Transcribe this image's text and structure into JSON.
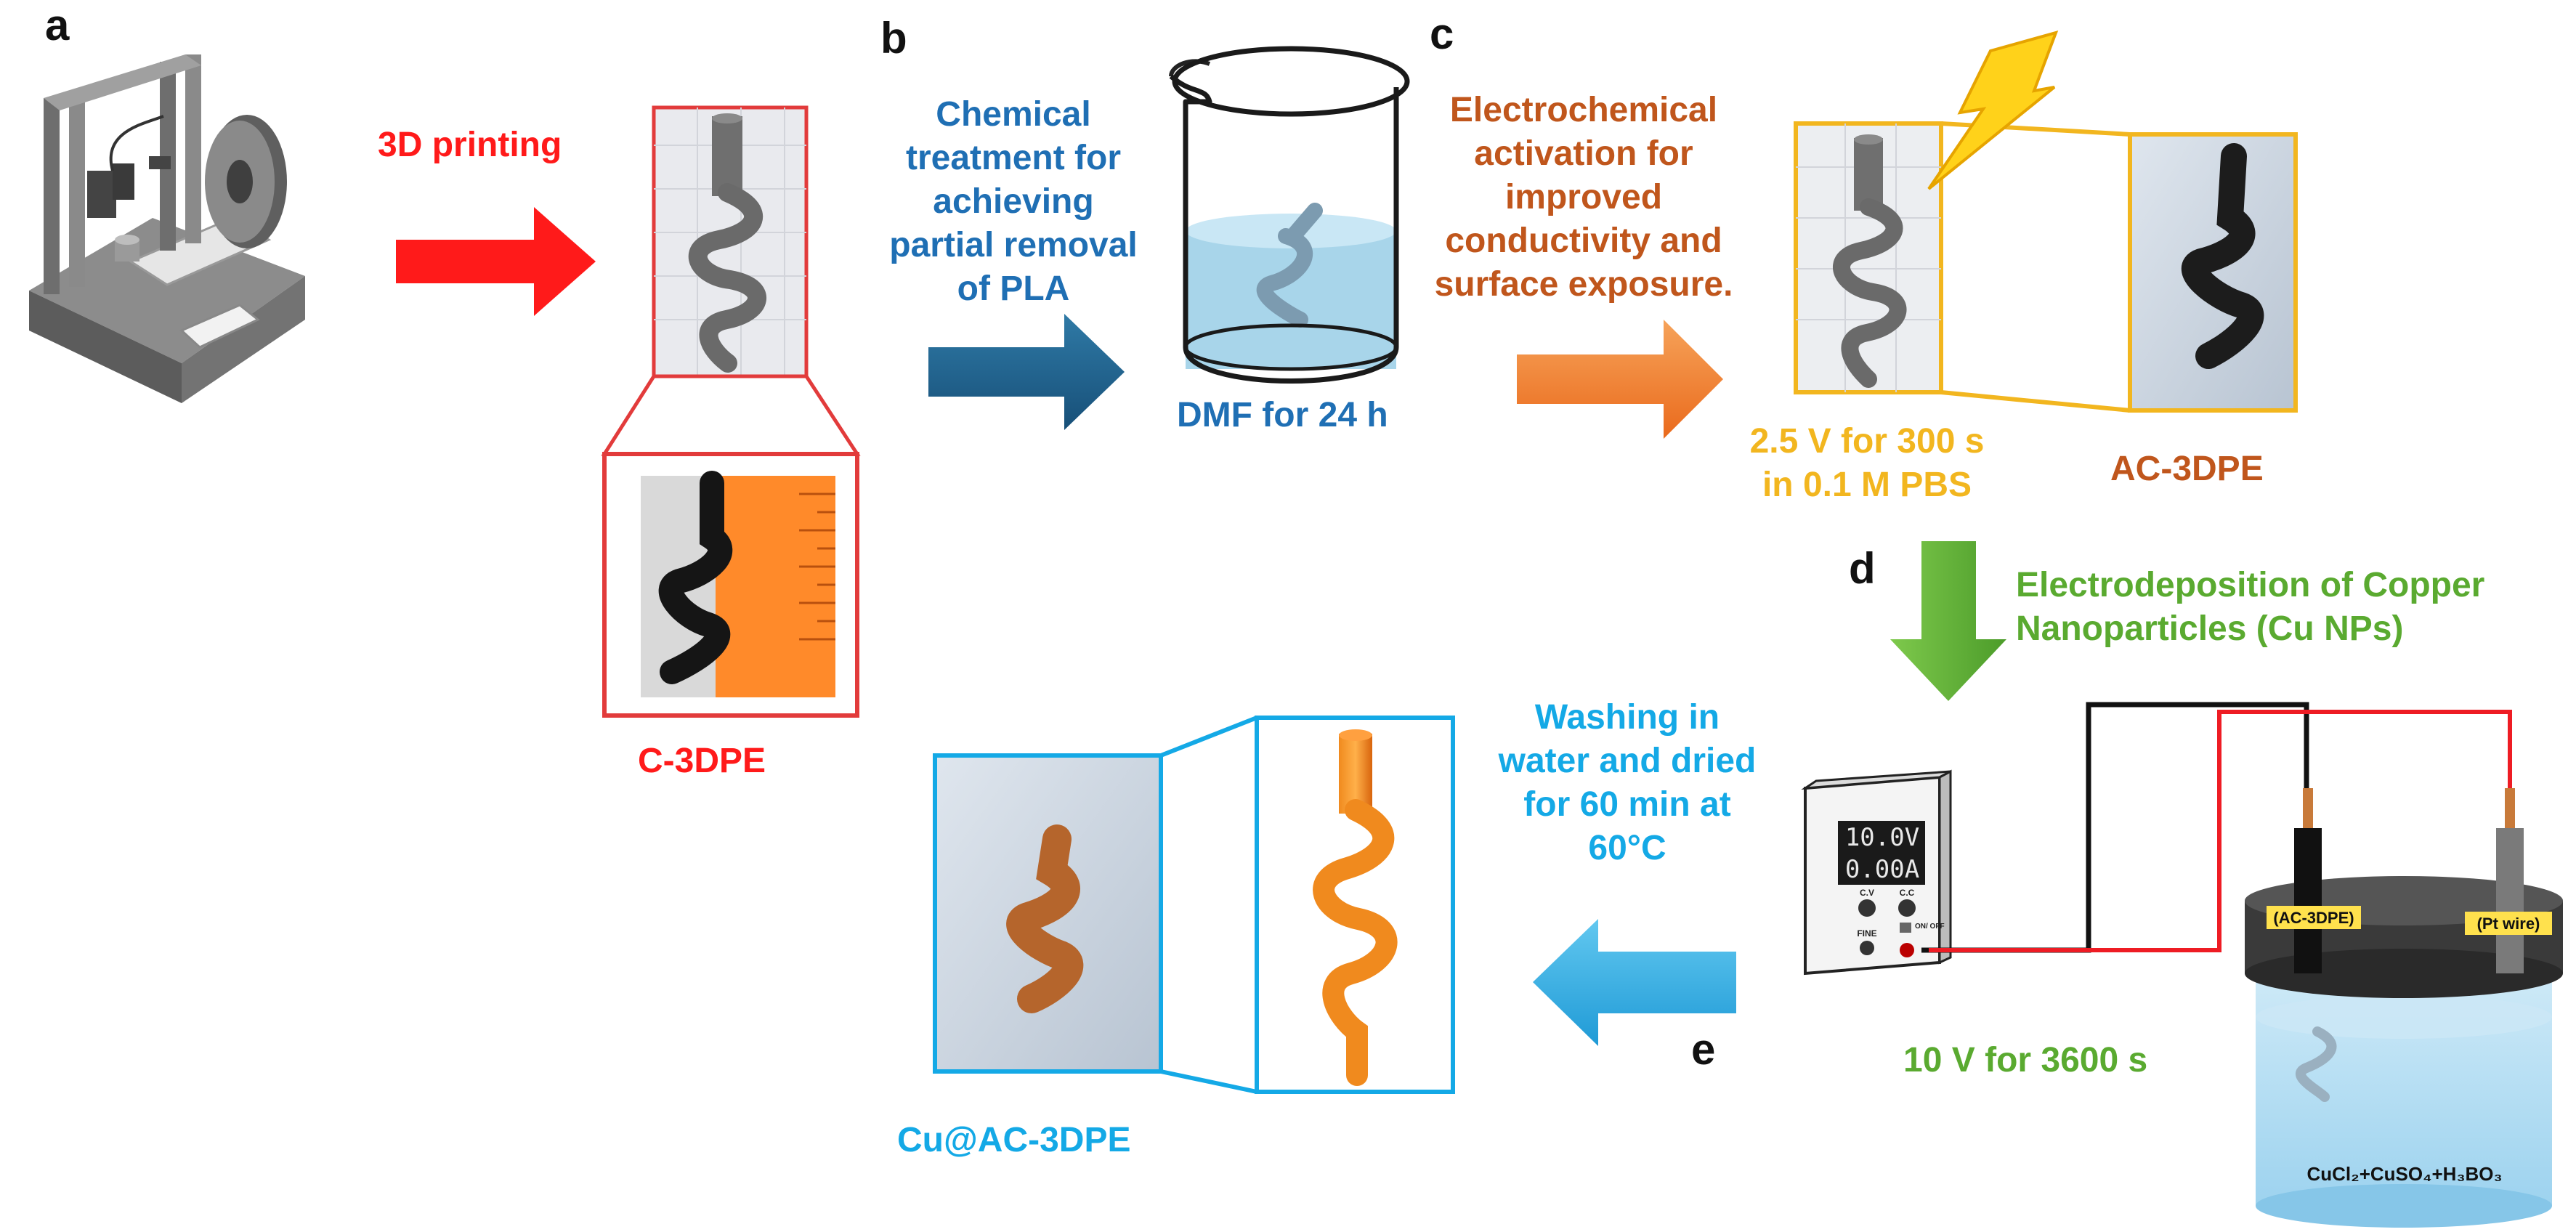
{
  "panels": {
    "a": "a",
    "b": "b",
    "c": "c",
    "d": "d",
    "e": "e"
  },
  "steps": {
    "printing": "3D printing",
    "chemical": [
      "Chemical",
      "treatment for",
      "achieving",
      "partial removal",
      "of PLA"
    ],
    "dmf": "DMF for 24 h",
    "electrochem": [
      "Electrochemical",
      "activation for",
      "improved",
      "conductivity and",
      "surface exposure."
    ],
    "activation_conditions": [
      "2.5 V for 300 s",
      "in 0.1 M PBS"
    ],
    "electrodeposition": [
      "Electrodeposition of Copper",
      "Nanoparticles (Cu NPs)"
    ],
    "deposition_conditions": "10 V for 3600 s",
    "washing": [
      "Washing  in",
      "water and dried",
      "for 60 min at",
      "60°C"
    ]
  },
  "products": {
    "c3dpe": "C-3DPE",
    "ac3dpe": "AC-3DPE",
    "cu_ac3dpe": "Cu@AC-3DPE"
  },
  "power_supply": {
    "voltage": "10.0V",
    "current": "0.00A",
    "cv": "C.V",
    "cc": "C.C",
    "onoff": "ON/ OFF",
    "fine": "FINE"
  },
  "cell": {
    "working_electrode": "(AC-3DPE)",
    "counter_electrode": "(Pt wire)",
    "electrolyte": "CuCl₂+CuSO₄+H₃BO₃"
  },
  "colors": {
    "red": "#ff1a1a",
    "blue": "#1f6fb4",
    "brown": "#c0561c",
    "gold": "#f2b61f",
    "green": "#5aaa30",
    "cyan": "#14a9e6"
  }
}
